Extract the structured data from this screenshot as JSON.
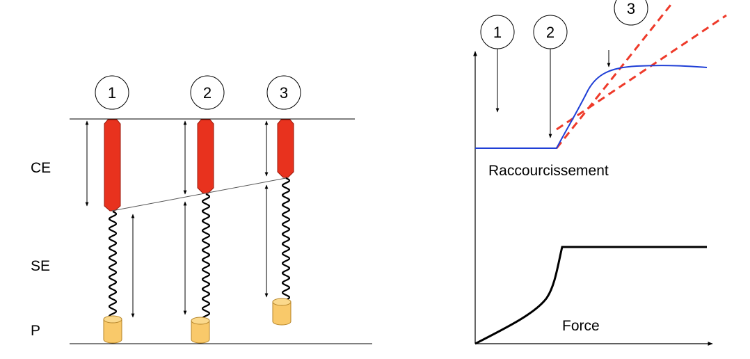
{
  "left_diagram": {
    "region_labels": [
      "CE",
      "SE",
      "P"
    ],
    "stage_numbers": [
      "1",
      "2",
      "3"
    ],
    "colors": {
      "contractile_element": "#e8321e",
      "contractile_stroke": "#9a1a0c",
      "load_fill": "#f9c96a",
      "load_stroke": "#b58428",
      "spring": "#000000"
    }
  },
  "right_diagram": {
    "stage_numbers": [
      "1",
      "2",
      "3"
    ],
    "shortening_label": "Raccourcissement",
    "force_label": "Force",
    "colors": {
      "shortening_curve": "#1f3fd6",
      "tangent_lines": "#ee3a2a",
      "force_curve": "#000000"
    }
  }
}
